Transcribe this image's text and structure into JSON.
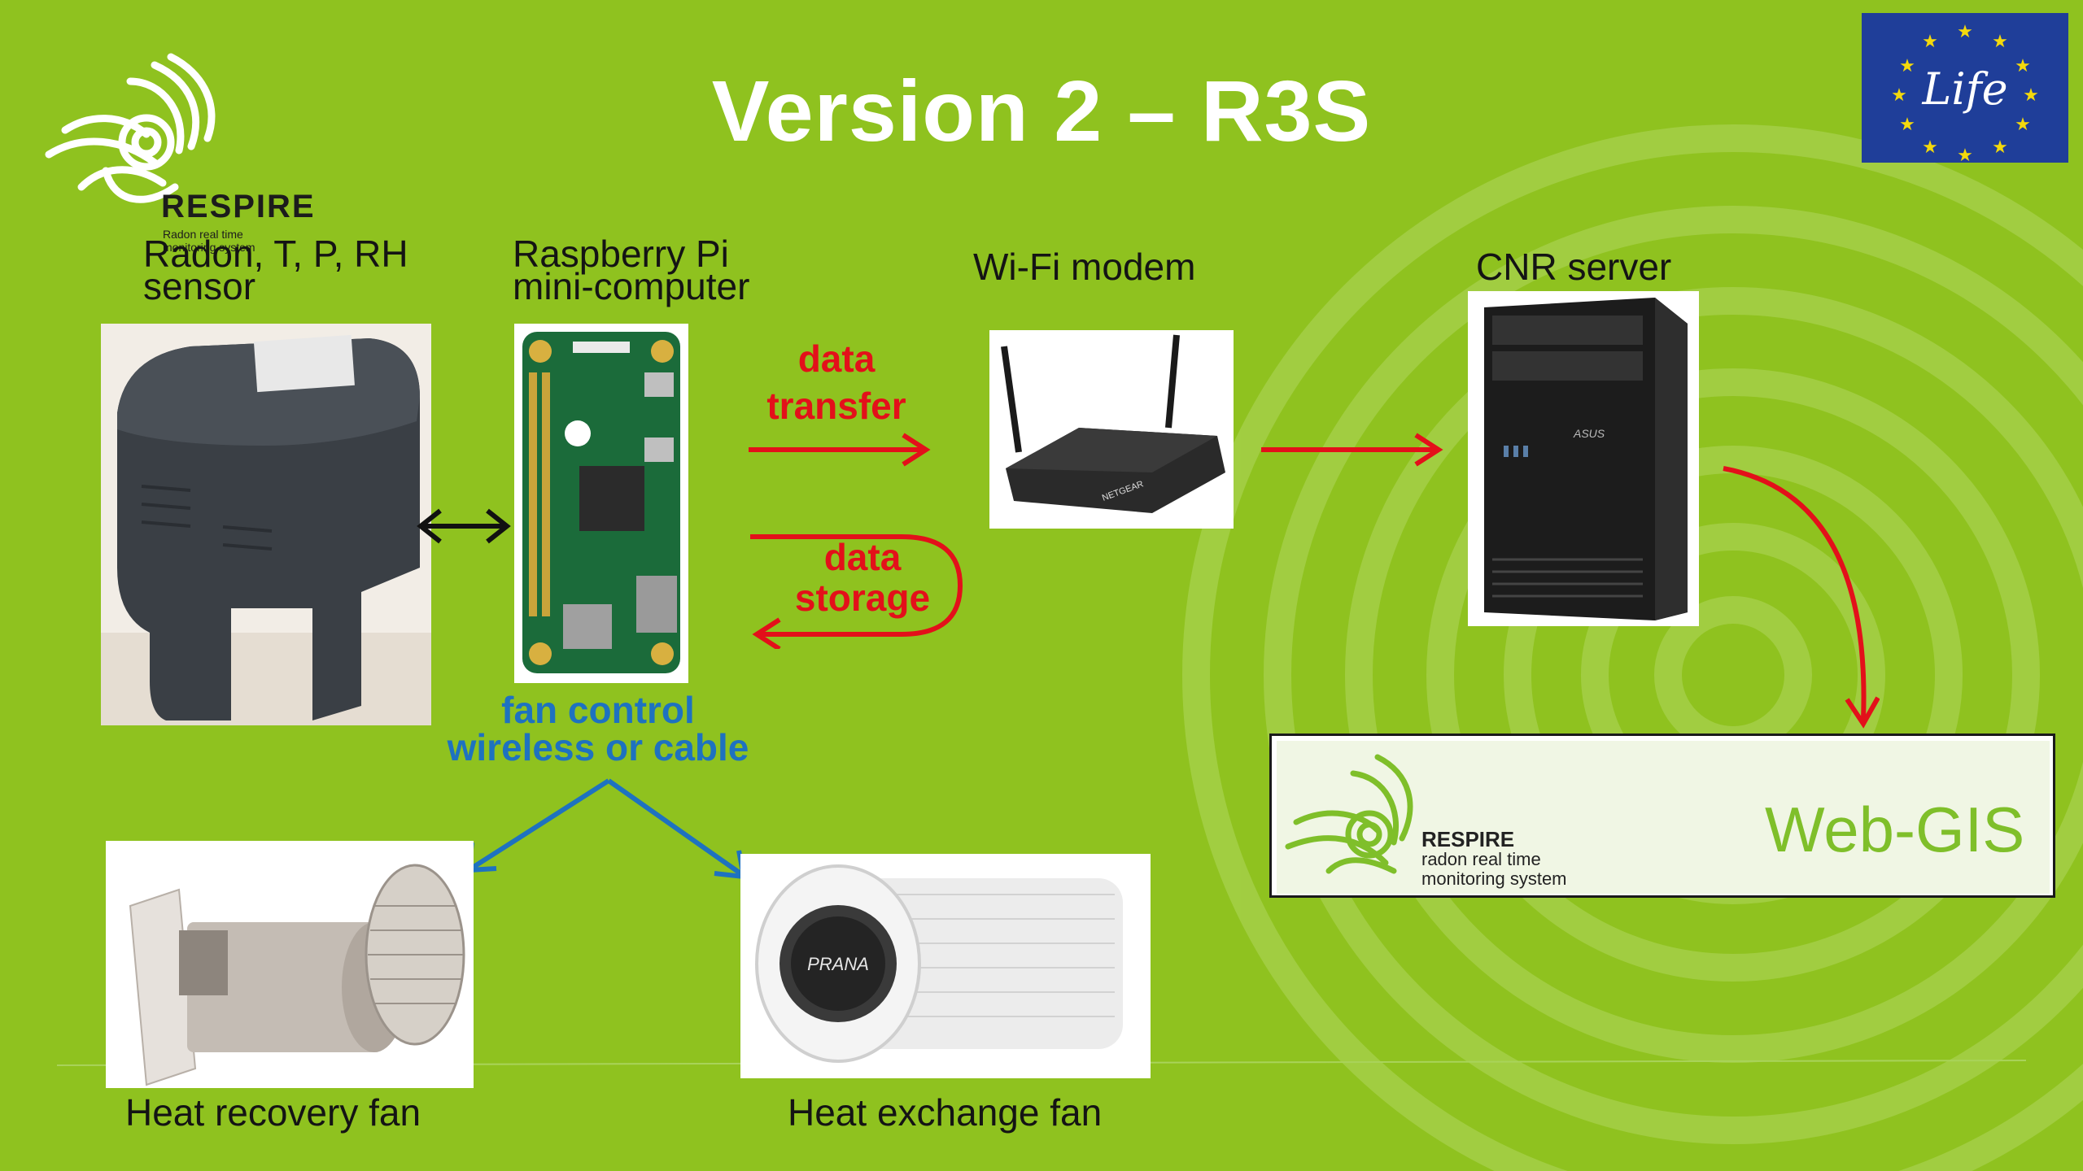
{
  "title": "Version 2 – R3S",
  "logo": {
    "name": "RESPIRE",
    "tagline": "Radon real time monitoring system"
  },
  "eu_badge": {
    "text": "Life",
    "color": "#1f3e99"
  },
  "nodes": {
    "sensor": "Radon, T, P, RH\nsensor",
    "pi": "Raspberry Pi\nmini-computer",
    "modem": "Wi-Fi modem",
    "server": "CNR server",
    "fan_recovery": "Heat recovery fan",
    "fan_exchange": "Heat exchange fan"
  },
  "annotations": {
    "data_transfer": "data\ntransfer",
    "data_storage": "data\nstorage",
    "fan_control": "fan control\nwireless or cable"
  },
  "webgis": {
    "title": "Web-GIS",
    "name": "RESPIRE",
    "tagline": "radon real time\nmonitoring system"
  },
  "device_labels": {
    "router_brand": "NETGEAR",
    "server_brand": "ASUS",
    "fan_brand": "PRANA"
  },
  "colors": {
    "background": "#8fc21f",
    "title": "#ffffff",
    "arrow_red": "#e3101a",
    "arrow_blue": "#1e72c0",
    "webgis_green": "#7fbf2a"
  }
}
